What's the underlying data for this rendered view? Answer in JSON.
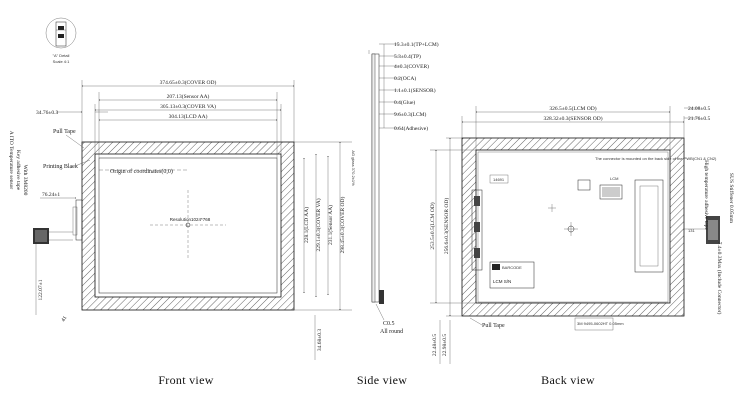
{
  "detail": {
    "title": "\"A\" Detail",
    "scale": "Scale 4:1"
  },
  "front_view": {
    "caption": "Front view",
    "dims_top": [
      "374.65±0.3(COVER OD)",
      "207.13(Sensor AA)",
      "305.13±0.3(COVER VA)",
      "304.13(LCD AA)"
    ],
    "dim_left_top": "34.76±0.3",
    "dims_right": [
      "228.1(LCD AA)",
      "229.1±0.3(COVER VA)",
      "231.1(Sensor AA)",
      "298.45±0.3(COVER OD)"
    ],
    "dim_bottom_right": "34.68±0.3",
    "left_labels": {
      "pull_tape": "Pull Tape",
      "printing_black": "Printing Black",
      "dim_76": "76.24±1",
      "dim_122": "122.07±1",
      "dim_41": "41",
      "rotated_1": "A ITO Temperature sensor",
      "rotated_2": "Key adhesive tape",
      "rotated_3": "With 3M8200"
    },
    "origin_label": "Origin of coordinates(0,0)",
    "resolution_label": "Resolution1024*768"
  },
  "side_view": {
    "caption": "Side view",
    "layers": [
      "15.3±0.1(TP+LCM)",
      "5.3±0.4(TP)",
      "4±0.3(COVER)",
      "0.2(OCA)",
      "1.1±0.1(SENSOR)",
      "0.4(Glue)",
      "9.6±0.3(LCM)",
      "0.64(Adhesive)"
    ],
    "glass_label": "AG glass 370.2±1%",
    "bottom_label_1": "C0.5",
    "bottom_label_2": "All round"
  },
  "back_view": {
    "caption": "Back view",
    "dims_top": [
      "326.5±0.5(LCM OD)",
      "328.32±0.3(SENSOR OD)"
    ],
    "dims_right_top": [
      "24.08±0.5",
      "21.76±0.5"
    ],
    "dims_left": [
      "253.5±0.5(LCM OD)",
      "256.6±0.3(SENSOR OD)"
    ],
    "dims_bottom": [
      "22.48±0.5",
      "22.98±0.5"
    ],
    "connector_note": "The connector is mounted on the back side of the PWB(CN1 & CN2)",
    "lcm_label": "LCM",
    "label_14691": "14691",
    "barcode_label": "BARCODE",
    "lcm_sn": "LCM S/N",
    "pull_tape": "Pull Tape",
    "right_labels": [
      "High temperature adhesive tape",
      "SUS Stiffener 0.05mm",
      "7.4±0.3Max (Include Connector)"
    ],
    "bottom_note": "3M 9495-0602HT 0.05mm",
    "dim_131": "131"
  }
}
